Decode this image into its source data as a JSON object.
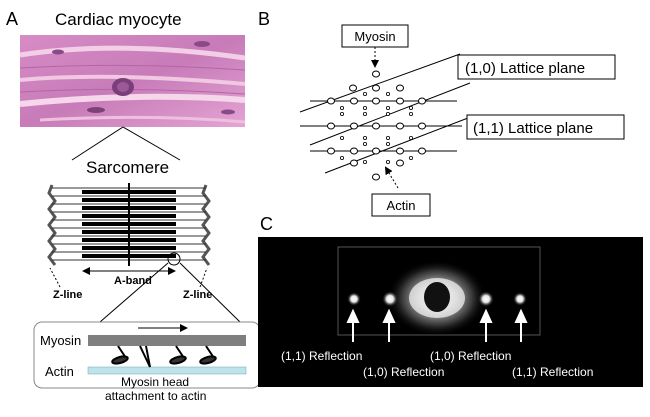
{
  "panels": {
    "a": {
      "letter": "A",
      "title": "Cardiac myocyte",
      "sarcomere_label": "Sarcomere",
      "aband_label": "A-band",
      "zline_left": "Z-line",
      "zline_right": "Z-line",
      "myosin_label": "Myosin",
      "actin_label": "Actin",
      "caption_line1": "Myosin head",
      "caption_line2": "attachment to actin"
    },
    "b": {
      "letter": "B",
      "myosin_box": "Myosin",
      "actin_box": "Actin",
      "plane10": "(1,0) Lattice plane",
      "plane11": "(1,1) Lattice plane"
    },
    "c": {
      "letter": "C",
      "refl_11_left": "(1,1) Reflection",
      "refl_10_left": "(1,0) Reflection",
      "refl_10_right": "(1,0) Reflection",
      "refl_11_right": "(1,1) Reflection"
    }
  },
  "colors": {
    "tissue_pink": "#c77bb8",
    "myosin_bar": "#7f7f7f",
    "actin_bar": "#bfe3ea",
    "xray_bg": "#000000"
  }
}
